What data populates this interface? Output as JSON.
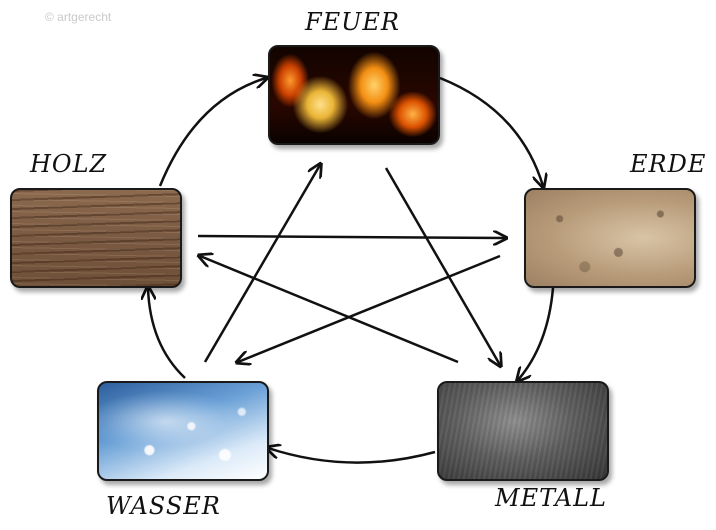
{
  "watermark": "© artgerecht",
  "elements": {
    "feuer": {
      "label": "FEUER",
      "texture": "fire"
    },
    "erde": {
      "label": "ERDE",
      "texture": "earth"
    },
    "metall": {
      "label": "METALL",
      "texture": "metal"
    },
    "wasser": {
      "label": "WASSER",
      "texture": "water"
    },
    "holz": {
      "label": "HOLZ",
      "texture": "wood"
    }
  },
  "cycle_arrows": [
    {
      "from": "feuer",
      "to": "erde"
    },
    {
      "from": "erde",
      "to": "metall"
    },
    {
      "from": "metall",
      "to": "wasser"
    },
    {
      "from": "wasser",
      "to": "holz"
    },
    {
      "from": "holz",
      "to": "feuer"
    }
  ],
  "star_arrows": [
    {
      "from": "holz",
      "to": "erde"
    },
    {
      "from": "erde",
      "to": "wasser"
    },
    {
      "from": "wasser",
      "to": "feuer"
    },
    {
      "from": "feuer",
      "to": "metall"
    },
    {
      "from": "metall",
      "to": "holz"
    }
  ],
  "colors": {
    "arrow": "#111111",
    "text": "#111111"
  }
}
